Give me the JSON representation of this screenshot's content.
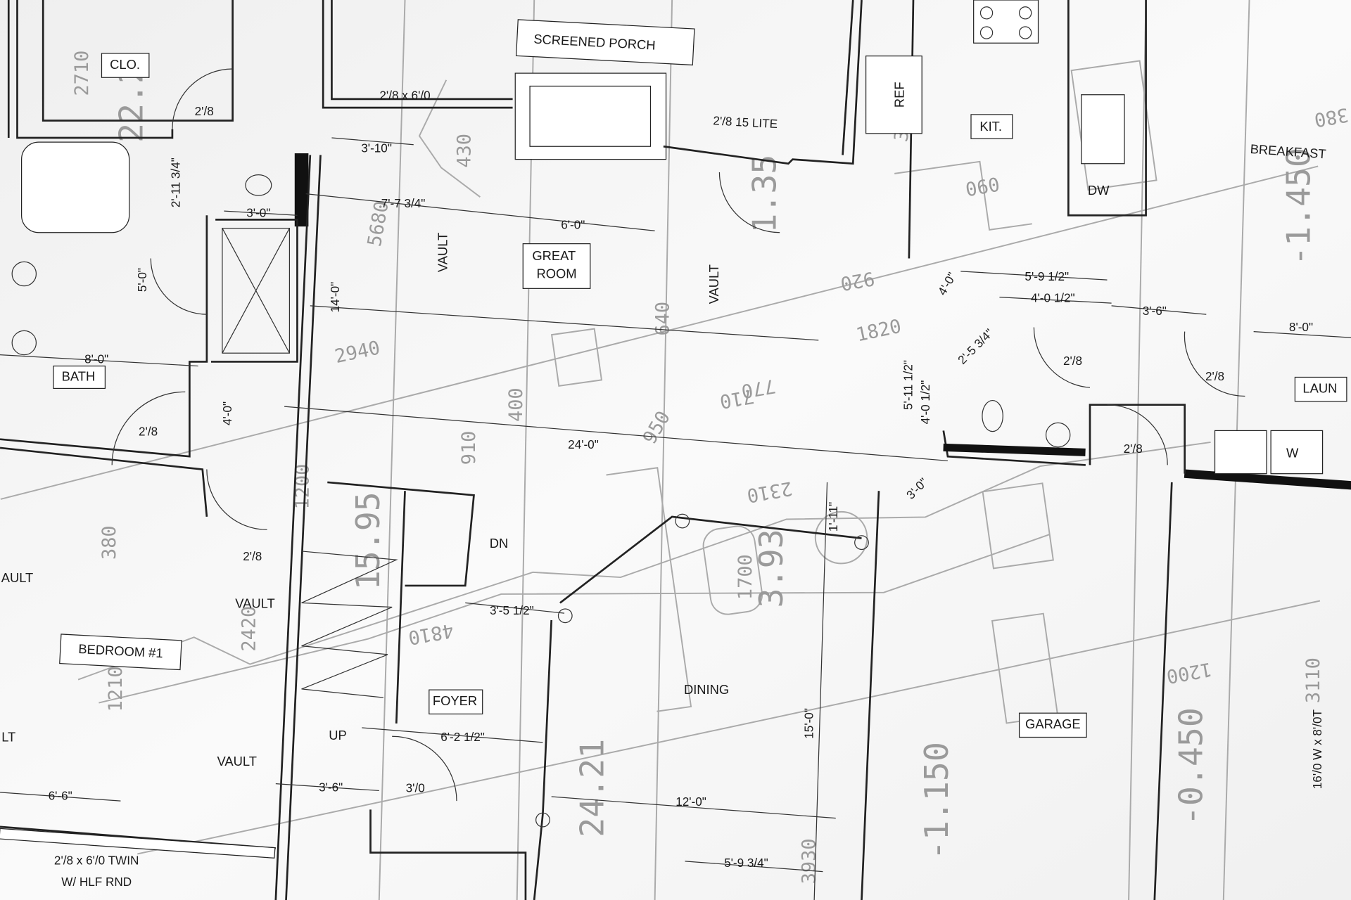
{
  "rooms": {
    "screened_porch": "SCREENED PORCH",
    "closet": "CLO.",
    "refrigerator": "REF",
    "kitchen": "KIT.",
    "breakfast": "BREAKFAST",
    "dishwasher": "DW",
    "great_room_1": "GREAT",
    "great_room_2": "ROOM",
    "bath": "BATH",
    "laundry": "LAUN",
    "washer": "W",
    "bedroom": "BEDROOM #1",
    "foyer": "FOYER",
    "dining": "DINING",
    "garage": "GARAGE"
  },
  "notes": {
    "vault": "VAULT",
    "vault_cut": "AULT",
    "lt_cut": "LT",
    "down": "DN",
    "up": "UP",
    "porch_door": "2'/8 x 6'/0",
    "porch_lite_door": "2'/8 15 LITE",
    "twin_window_1": "2'/8 x 6'/0 TWIN",
    "twin_window_2": "W/ HLF RND",
    "garage_door": "16'/0 W x 8'/0T"
  },
  "dimensions": [
    "2'/8",
    "2'-11 3/4\"",
    "3'-0\"",
    "3'-10\"",
    "7'-7 3/4\"",
    "6'-0\"",
    "14'-0\"",
    "5'-0\"",
    "8'-0\"",
    "2'/8",
    "4'-0\"",
    "24'-0\"",
    "5'-9 1/2\"",
    "4'-0 1/2\"",
    "3'-6\"",
    "4'-0\"",
    "2'-5 3/4\"",
    "5'-11 1/2\"",
    "4'-0 1/2\"",
    "2'/8",
    "2'/8",
    "8'-0\"",
    "2'/8",
    "3'-0\"",
    "1'-11\"",
    "3'-5 1/2\"",
    "2'/8",
    "6'-2 1/2\"",
    "15'-0\"",
    "6'-6\"",
    "3'-6\"",
    "3'/0",
    "12'-0\"",
    "5'-9 3/4\""
  ],
  "background_numbers": [
    "2710",
    "22.2",
    "5680",
    "2940",
    "1820",
    "-1.450",
    "-0.450",
    "-1.150",
    "24.21",
    "3.93",
    "15.95",
    "4810",
    "2420",
    "1210",
    "380",
    "3110",
    "1200",
    "1700",
    "2310",
    "950",
    "910",
    "400",
    "770",
    "710",
    "920",
    "640",
    "360",
    "090",
    "380",
    "1200",
    "3930",
    "430",
    "1.35"
  ]
}
